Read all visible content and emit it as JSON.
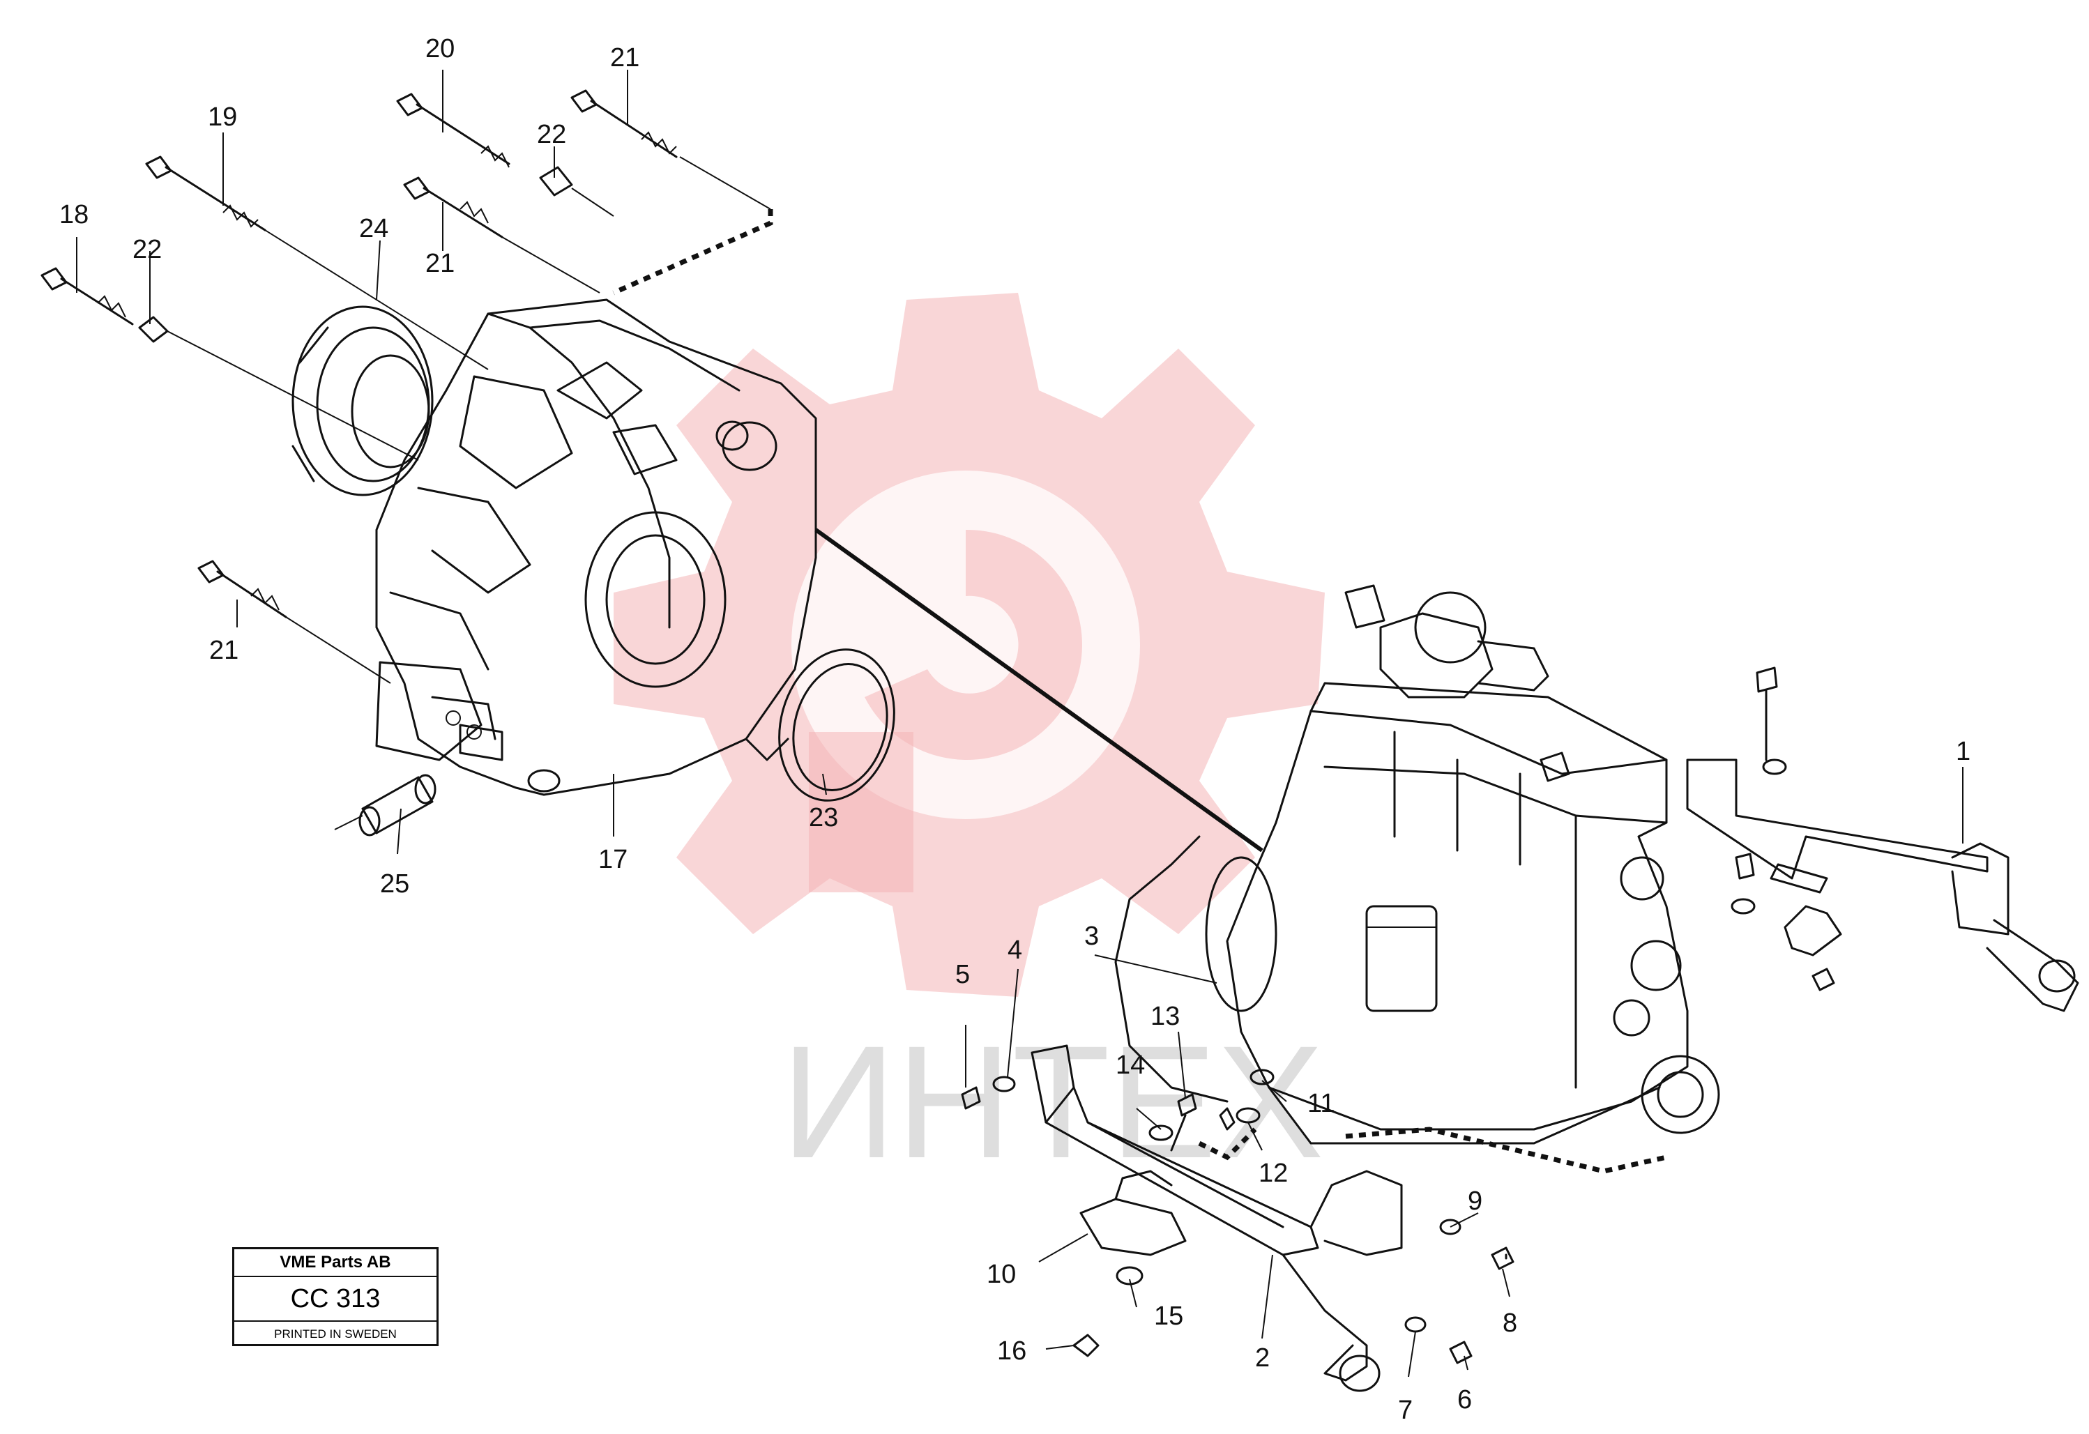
{
  "watermark": {
    "text": "ИНТЕХ",
    "color": "#f4b5b7"
  },
  "stamp": {
    "company": "VME Parts AB",
    "code": "CC 313",
    "printed": "PRINTED IN SWEDEN"
  },
  "callouts": [
    {
      "num": "1"
    },
    {
      "num": "2"
    },
    {
      "num": "3"
    },
    {
      "num": "4"
    },
    {
      "num": "5"
    },
    {
      "num": "6"
    },
    {
      "num": "7"
    },
    {
      "num": "8"
    },
    {
      "num": "9"
    },
    {
      "num": "10"
    },
    {
      "num": "11"
    },
    {
      "num": "12"
    },
    {
      "num": "13"
    },
    {
      "num": "14"
    },
    {
      "num": "15"
    },
    {
      "num": "16"
    },
    {
      "num": "17"
    },
    {
      "num": "18"
    },
    {
      "num": "19"
    },
    {
      "num": "20"
    },
    {
      "num": "21"
    },
    {
      "num": "21"
    },
    {
      "num": "21"
    },
    {
      "num": "22"
    },
    {
      "num": "22"
    },
    {
      "num": "23"
    },
    {
      "num": "24"
    },
    {
      "num": "25"
    }
  ]
}
